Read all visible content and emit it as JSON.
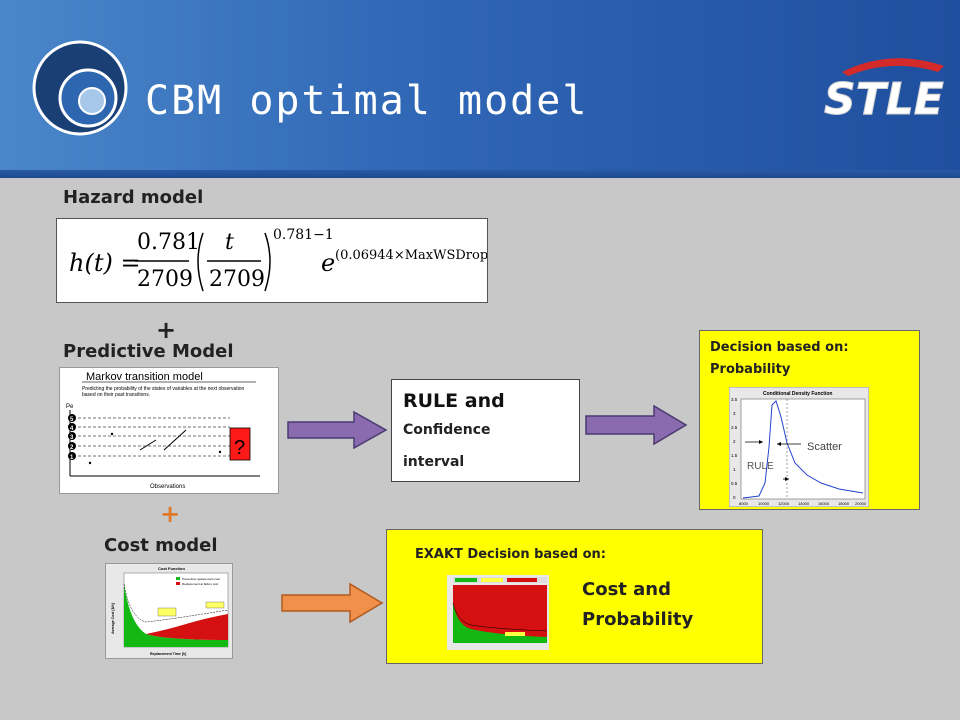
{
  "slide": {
    "title": "CBM optimal model",
    "logo_text": "STLE"
  },
  "hazard": {
    "label": "Hazard model",
    "h": "h(t) =",
    "num1": "0.781",
    "den1": "2709",
    "num2": "t",
    "den2": "2709",
    "exp1": "0.781−1",
    "e": "e",
    "exp2": "(0.06944×MaxWSDrop)"
  },
  "plus1": "+",
  "plus2": "+",
  "predictive": {
    "label": "Predictive Model",
    "chart_title": "Markov transition model",
    "chart_subtitle": "Predicting the probability of the states of variables at the next observation based on their past transitions.",
    "y_axis": "Pe",
    "x_axis": "Observations",
    "question": "?",
    "states": [
      "5",
      "4",
      "3",
      "2",
      "1"
    ]
  },
  "rule_box": {
    "line1": "RULE and",
    "line2": "Confidence",
    "line3": "interval"
  },
  "decision_box": {
    "line1": "Decision based on:",
    "line2": "Probability",
    "chart_title": "Conditional Density Function",
    "scatter": "Scatter",
    "rule": "RULE",
    "yticks": [
      "3.5",
      "3",
      "2.5",
      "2",
      "1.5",
      "1",
      "0.5",
      "0"
    ],
    "xticks": [
      "8000",
      "10000",
      "12000",
      "14000",
      "16000",
      "18000",
      "20000"
    ]
  },
  "cost": {
    "label": "Cost model",
    "chart_title": "Cost Function",
    "legend1": "Preventive replacement cost",
    "legend2": "Replacement at failure cost",
    "x_axis": "Replacement Time [h]",
    "y_axis": "Average Cost [$/h]"
  },
  "exakt_box": {
    "title": "EXAKT Decision based on:",
    "line1": "Cost and",
    "line2": "Probability"
  },
  "colors": {
    "yellow": "#ffff00",
    "arrow_purple": "#8a6bb0",
    "arrow_orange": "#f0904a",
    "plus_orange": "#e07a2a"
  }
}
